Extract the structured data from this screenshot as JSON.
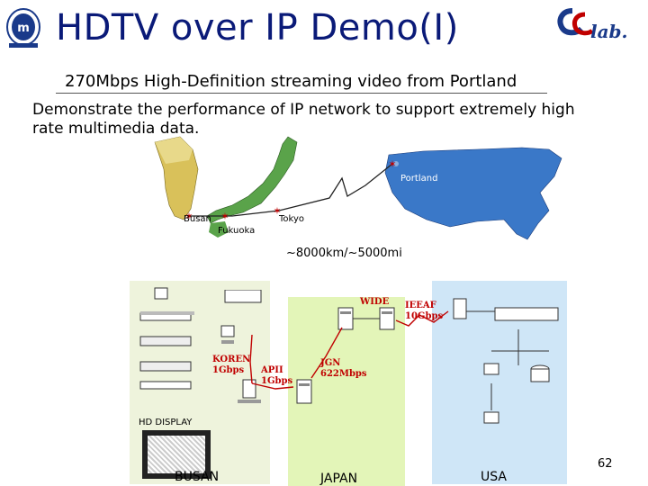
{
  "slide": {
    "title": "HDTV over IP Demo(I)",
    "subtitle": "270Mbps High-Definition streaming video from Portland",
    "description": "Demonstrate the performance of IP network to support extremely high rate multimedia data.",
    "page_number": "62",
    "logo_right_text": "CClab."
  },
  "map": {
    "labels": {
      "portland": "Portland",
      "busan": "Busan",
      "tokyo": "Tokyo",
      "fukuoka": "Fukuoka"
    },
    "distance": "~8000km/~5000mi"
  },
  "network": {
    "regions": {
      "busan": "BUSAN",
      "japan": "JAPAN",
      "usa": "USA"
    },
    "links": {
      "wide": "WIDE",
      "ieeaf": "IEEAF",
      "ieeaf_rate": "10Gbps",
      "koren": "KOREN",
      "koren_rate": "1Gbps",
      "apii": "APII",
      "apii_rate": "1Gbps",
      "jgn": "JGN",
      "jgn_rate": "622Mbps"
    },
    "hd_display": "HD DISPLAY"
  },
  "colors": {
    "title": "#0a1a78",
    "link_label": "#c00000",
    "busan_bg": "#eef3dc",
    "japan_bg": "#e3f5b8",
    "usa_bg": "#cfe6f7",
    "ocean": "#ffffff",
    "land_korea": "#d9c15a",
    "land_japan": "#5aa34a",
    "land_usa": "#3a78c8"
  },
  "icons": [
    "university-seal-icon",
    "cclab-logo-icon",
    "computer-icon",
    "server-icon",
    "router-icon",
    "disk-array-icon",
    "monitor-icon"
  ]
}
